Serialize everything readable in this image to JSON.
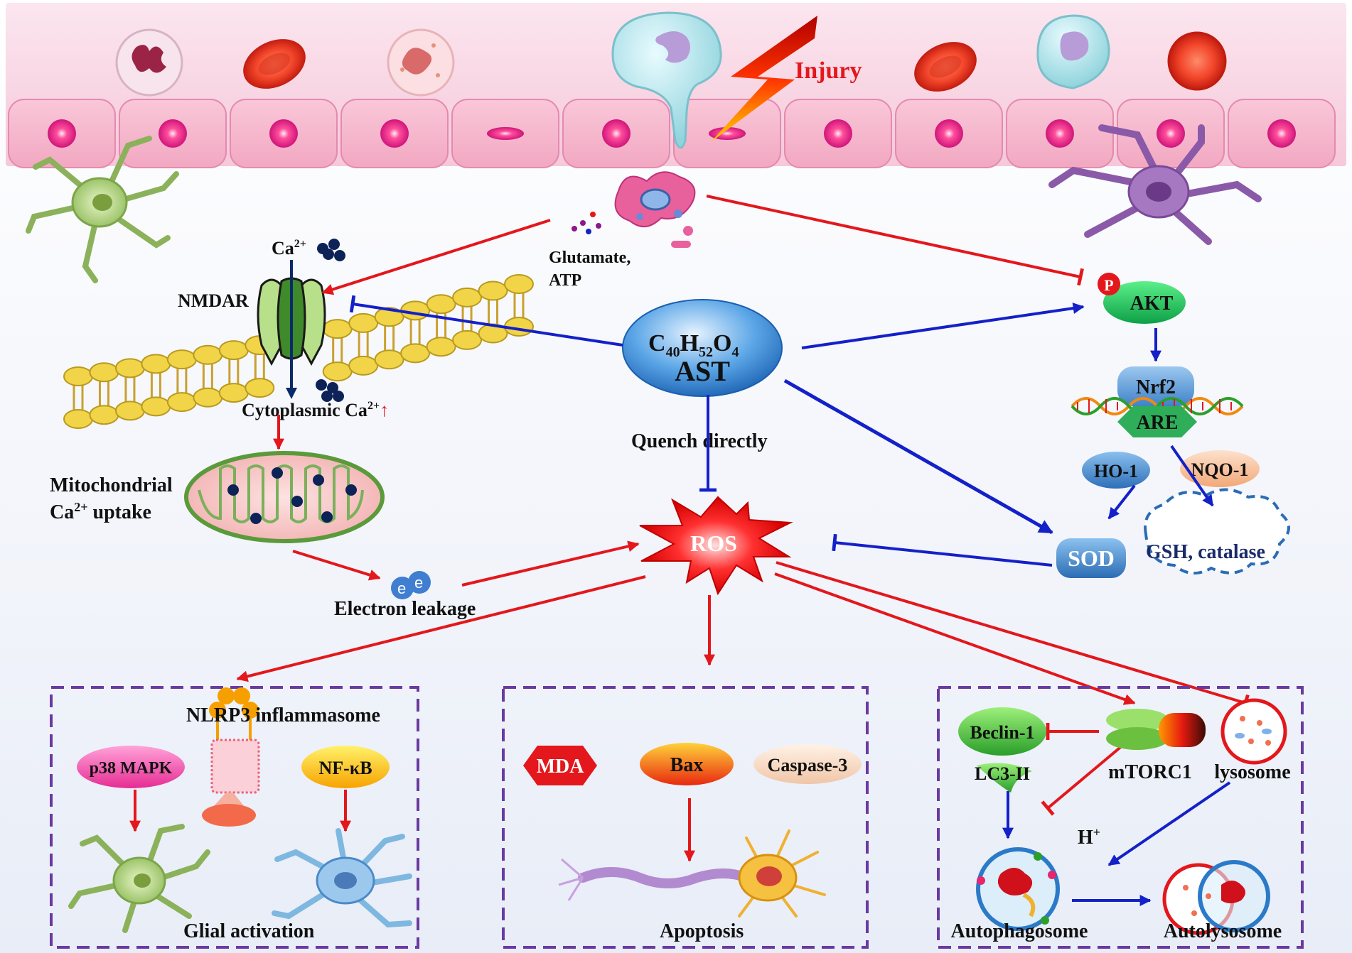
{
  "vessel": {
    "injury": "Injury"
  },
  "nodes": {
    "ca": "Ca",
    "ca_sup": "2+",
    "nmdar": "NMDAR",
    "glutamate": "Glutamate,",
    "atp": "ATP",
    "cytoplasmic": "Cytoplasmic Ca",
    "cytoplasmic_sup": "2+",
    "cytoplasmic_arrow": "↑",
    "mito_line1": "Mitochondrial",
    "mito_line2": "Ca",
    "mito_sup": "2+",
    "mito_line2_rest": " uptake",
    "electron": "Electron leakage",
    "ast_formula": "C40H52O4",
    "ast": "AST",
    "quench": "Quench directly",
    "ros": "ROS",
    "p": "P",
    "akt": "AKT",
    "nrf2": "Nrf2",
    "are": "ARE",
    "ho1": "HO-1",
    "nqo1": "NQO-1",
    "sod": "SOD",
    "gsh": "GSH, catalase"
  },
  "boxes": {
    "glial": {
      "nlrp3": "NLRP3 inflammasome",
      "p38": "p38 MAPK",
      "nfkb": "NF-κB",
      "label": "Glial activation"
    },
    "apoptosis": {
      "mda": "MDA",
      "bax": "Bax",
      "caspase": "Caspase-3",
      "label": "Apoptosis"
    },
    "autophagy": {
      "beclin": "Beclin-1",
      "lc3": "LC3-II",
      "mtorc1": "mTORC1",
      "lysosome": "lysosome",
      "h_plus": "H",
      "h_sup": "+",
      "autophagosome": "Autophagosome",
      "autolysosome": "Autolysosome"
    }
  },
  "colors": {
    "activate_red": "#e3171c",
    "inhibit_blue": "#1420c8",
    "box_border": "#6a3aa0"
  }
}
